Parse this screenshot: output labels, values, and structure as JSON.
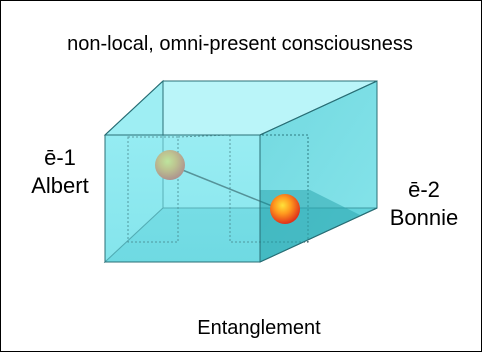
{
  "title": "non-local, omni-present consciousness",
  "left_particle": {
    "symbol": "ē-1",
    "name": "Albert"
  },
  "right_particle": {
    "symbol": "ē-2",
    "name": "Bonnie"
  },
  "caption": "Entanglement",
  "colors": {
    "box_light": "#7fe6ee",
    "box_top": "#b9f4f8",
    "box_right": "#55cdd6",
    "box_shadow": "#2fa8b1",
    "sphere_core": "#ffd11a",
    "sphere_edge": "#e8321c"
  }
}
